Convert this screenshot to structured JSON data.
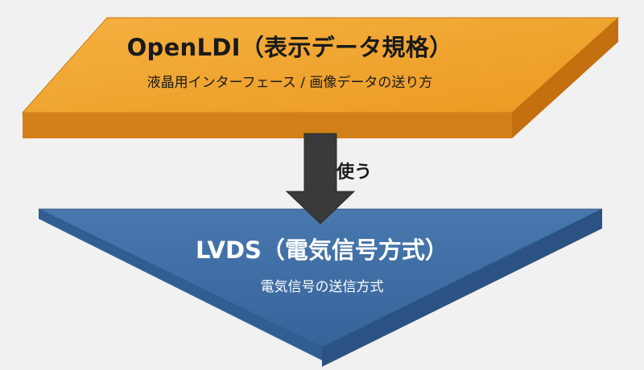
{
  "top_block": {
    "title": "OpenLDI（表示データ規格）",
    "subtitle": "液晶用インターフェース / 画像データの送り方",
    "color": "#f0a030"
  },
  "arrow": {
    "label": "使う",
    "color": "#3a3a3a"
  },
  "bottom_block": {
    "title": "LVDS（電気信号方式）",
    "subtitle": "電気信号の送信方式",
    "color": "#3f6fa3"
  }
}
